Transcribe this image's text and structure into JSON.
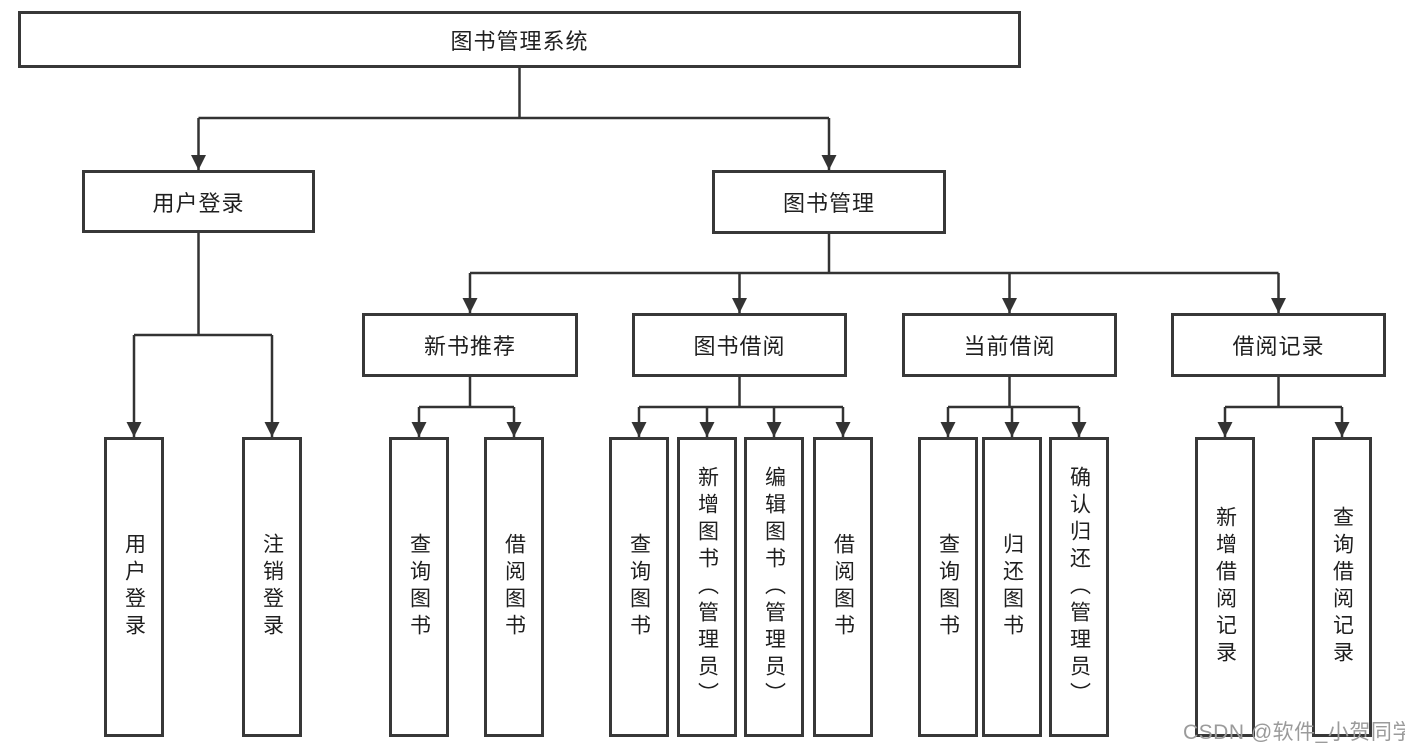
{
  "colors": {
    "bg": "#ffffff",
    "line": "#333333",
    "box-border": "#383838",
    "text": "#1f1f1f",
    "watermark": "#9b9b9b"
  },
  "watermark": {
    "text": "CSDN @软件_小贺同学"
  },
  "diagram": {
    "type": "hierarchy-tree",
    "root": {
      "label": "图书管理系统",
      "children": [
        {
          "label": "用户登录",
          "children": [
            {
              "label": "用户登录"
            },
            {
              "label": "注销登录"
            }
          ]
        },
        {
          "label": "图书管理",
          "children": [
            {
              "label": "新书推荐",
              "children": [
                {
                  "label": "查询图书"
                },
                {
                  "label": "借阅图书"
                }
              ]
            },
            {
              "label": "图书借阅",
              "children": [
                {
                  "label": "查询图书"
                },
                {
                  "label": "新增图书（管理员）"
                },
                {
                  "label": "编辑图书（管理员）"
                },
                {
                  "label": "借阅图书"
                }
              ]
            },
            {
              "label": "当前借阅",
              "children": [
                {
                  "label": "查询图书"
                },
                {
                  "label": "归还图书"
                },
                {
                  "label": "确认归还（管理员）"
                }
              ]
            },
            {
              "label": "借阅记录",
              "children": [
                {
                  "label": "新增借阅记录"
                },
                {
                  "label": "查询借阅记录"
                }
              ]
            }
          ]
        }
      ]
    }
  }
}
